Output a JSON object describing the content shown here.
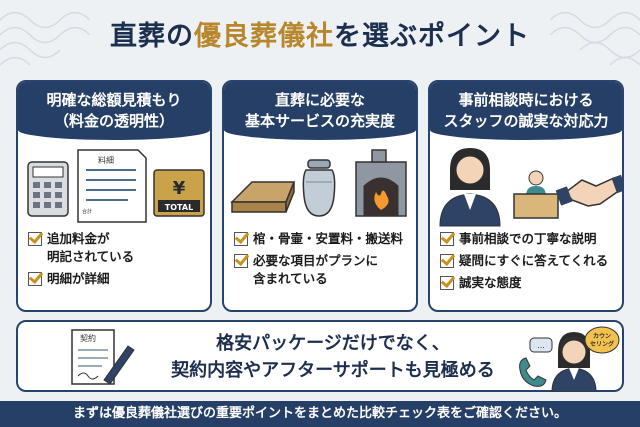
{
  "title": {
    "part1": "直葬の",
    "highlight": "優良葬儀社",
    "part2": "を選ぶポイント"
  },
  "cards": [
    {
      "heading_line1": "明確な総額見積もり",
      "heading_line2": "（料金の透明性）",
      "illustration_labels": {
        "doc_title": "料細",
        "doc_total": "合計",
        "yen": "¥",
        "total": "TOTAL"
      },
      "checks": [
        {
          "line1": "追加料金が",
          "line2": "明記されている"
        },
        {
          "line1": "明細が詳細",
          "line2": ""
        }
      ]
    },
    {
      "heading_line1": "直葬に必要な",
      "heading_line2": "基本サービスの充実度",
      "checks": [
        {
          "line1": "棺・骨壷・安置料・搬送料",
          "line2": ""
        },
        {
          "line1": "必要な項目がプランに",
          "line2": "含まれている"
        }
      ]
    },
    {
      "heading_line1": "事前相談時における",
      "heading_line2": "スタッフの誠実な対応力",
      "checks": [
        {
          "line1": "事前相談での丁寧な説明",
          "line2": ""
        },
        {
          "line1": "疑問にすぐに答えてくれる",
          "line2": ""
        },
        {
          "line1": "誠実な態度",
          "line2": ""
        }
      ]
    }
  ],
  "bottom": {
    "line1": "格安パッケージだけでなく、",
    "line2": "契約内容やアフターサポートも見極める",
    "contract_label": "契約",
    "bubble_line1": "カウン",
    "bubble_line2": "セリング",
    "chat_dots": "..."
  },
  "footer": "まずは優良葬儀社選びの重要ポイントをまとめた比較チェック表をご確認ください。",
  "colors": {
    "navy": "#253f66",
    "gold": "#c9921f",
    "title_gold": "#b8862b"
  },
  "icons": [
    "calculator-icon",
    "invoice-icon",
    "yen-total-icon",
    "coffin-icon",
    "urn-icon",
    "cremation-furnace-icon",
    "staff-woman-icon",
    "reception-desk-icon",
    "handshake-icon",
    "contract-pen-icon",
    "phone-icon",
    "counselor-headset-icon"
  ]
}
